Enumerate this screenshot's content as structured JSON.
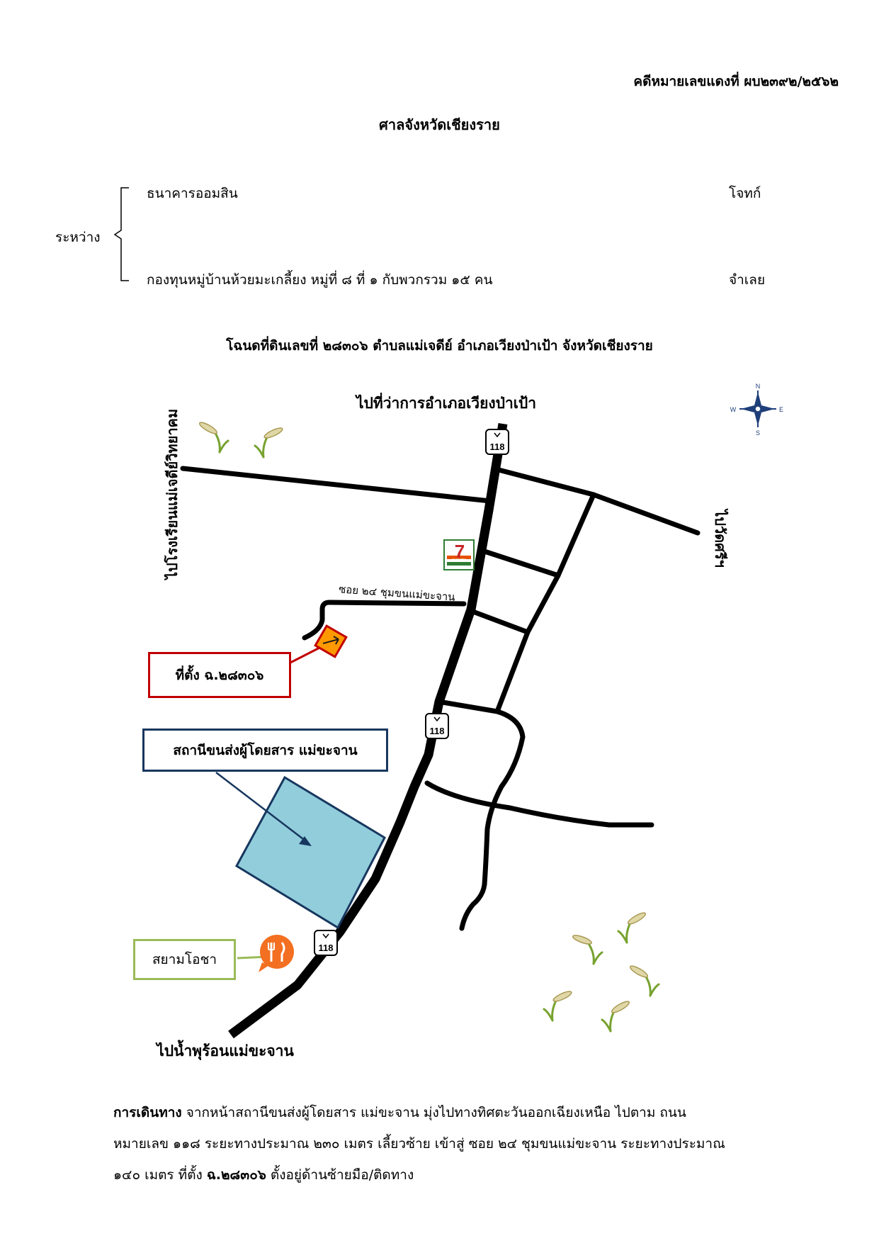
{
  "case_number": "คดีหมายเลขแดงที่ ผบ๒๓๙๒/๒๕๖๒",
  "court": "ศาลจังหวัดเชียงราย",
  "parties": {
    "between_label": "ระหว่าง",
    "plaintiff": "ธนาคารออมสิน",
    "plaintiff_role": "โจทก์",
    "defendant": "กองทุนหมู่บ้านห้วยมะเกลี้ยง หมู่ที่ ๘ ที่ ๑ กับพวกรวม ๑๕ คน",
    "defendant_role": "จำเลย"
  },
  "map_title": "โฉนดที่ดินเลขที่ ๒๘๓๐๖ ตำบลแม่เจดีย์ อำเภอเวียงป่าเป้า จังหวัดเชียงราย",
  "map": {
    "label_north": "ไปที่ว่าการอำเภอเวียงป่าเป้า",
    "label_west": "ไปโรงเรียนแม่เจดีย์วิทยาคม",
    "label_east": "ไปวัดศรีฯ",
    "label_south": "ไปน้ำพุร้อนแม่ขะจาน",
    "soi_label": "ซอย ๒๔ ชุมขนแม่ขะจาน",
    "site_label": "ที่ตั้ง ฉ.๒๘๓๐๖",
    "station_label": "สถานีขนส่งผู้โดยสาร แม่ขะจาน",
    "restaurant_label": "สยามโอชา",
    "route_shield": "118",
    "store_brand": "ELEVEN",
    "compass": {
      "n": "N",
      "s": "S",
      "e": "E",
      "w": "W"
    },
    "colors": {
      "site_border": "#c00000",
      "site_marker": "#ff9900",
      "station_fill": "#92cddc",
      "station_border": "#17375e",
      "restaurant_border": "#9bbb59",
      "restaurant_icon": "#f36f21",
      "compass": "#1f3f7a"
    }
  },
  "directions": {
    "heading": "การเดินทาง",
    "body1": " จากหน้าสถานีขนส่งผู้โดยสาร แม่ขะจาน มุ่งไปทางทิศตะวันออกเฉียงเหนือ ไปตาม ถนน",
    "body2": "หมายเลข ๑๑๘ ระยะทางประมาณ ๒๓๐ เมตร เลี้ยวซ้าย เข้าสู่ ซอย ๒๔ ชุมขนแม่ขะจาน ระยะทางประมาณ",
    "body3a": "๑๔๐ เมตร ที่ตั้ง ",
    "body3_bold": "ฉ.๒๘๓๐๖",
    "body3b": " ตั้งอยู่ด้านซ้ายมือ/ติดทาง"
  }
}
